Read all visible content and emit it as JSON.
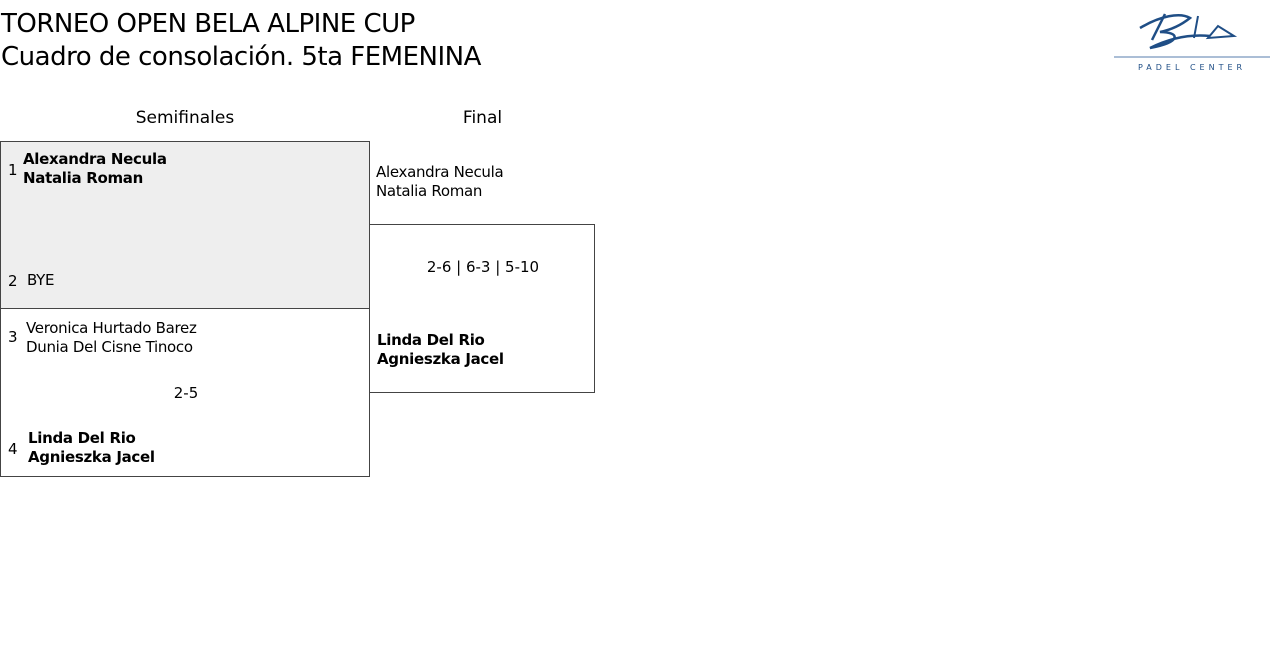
{
  "header": {
    "title_line1": "TORNEO OPEN BELA ALPINE CUP",
    "title_line2": "Cuadro de consolación. 5ta FEMENINA",
    "logo_text": "Bela PADEL CENTER"
  },
  "rounds": {
    "semifinals": "Semifinales",
    "final": "Final"
  },
  "semifinals": [
    {
      "seed_a": "1",
      "a1": "Alexandra Necula",
      "a2": "Natalia Roman",
      "seed_b": "2",
      "b1": "BYE",
      "score": ""
    },
    {
      "seed_a": "3",
      "a1": "Veronica Hurtado Barez",
      "a2": "Dunia Del Cisne Tinoco",
      "seed_b": "4",
      "b1": "Linda Del Rio",
      "b2": "Agnieszka Jacel",
      "score": "2-5"
    }
  ],
  "final": {
    "a1": "Alexandra Necula",
    "a2": "Natalia Roman",
    "b1": "Linda Del Rio",
    "b2": "Agnieszka Jacel",
    "score": "2-6 | 6-3 | 5-10"
  },
  "colors": {
    "bye_bg": "#eeeeee",
    "logo": "#1f4e86"
  }
}
